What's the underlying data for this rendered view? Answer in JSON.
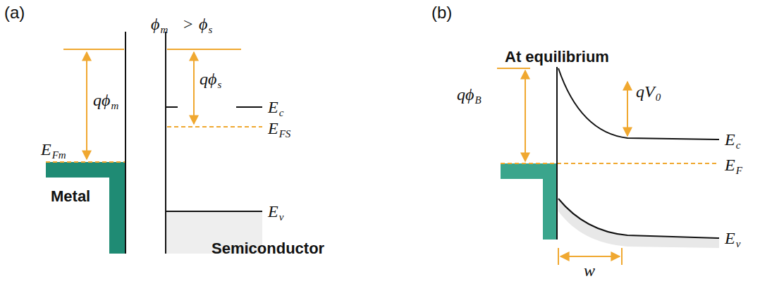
{
  "diagram": {
    "labels": [
      "(a)",
      "(b)",
      "ϕ",
      "m",
      ">",
      "ϕ",
      "s",
      "qϕ",
      "m",
      "qϕ",
      "s",
      "E",
      "c",
      "E",
      "FS",
      "E",
      "Fm",
      "Metal",
      "E",
      "v",
      "Semiconductor",
      "At equilibrium",
      "qϕ",
      "B",
      "qV",
      "0",
      "E",
      "c",
      "E",
      "F",
      "E",
      "v",
      "w"
    ]
  }
}
